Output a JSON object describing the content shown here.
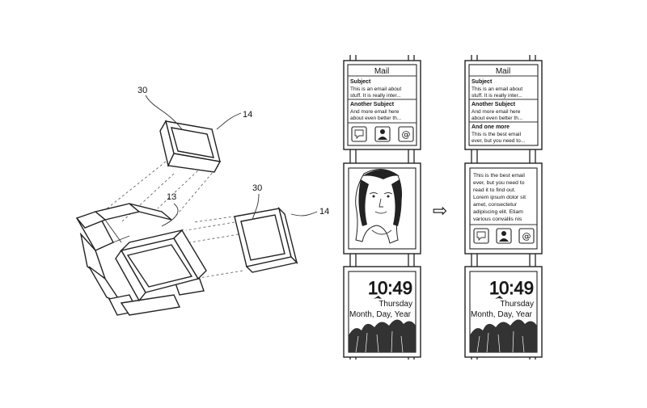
{
  "labels": {
    "upper_module": "30",
    "upper_band": "14",
    "center_module": "13",
    "right_module": "30",
    "right_band": "14"
  },
  "mail_screen": {
    "title": "Mail",
    "items": [
      {
        "subject": "Subject",
        "line1": "This is an email about",
        "line2": "stuff. It is really inter..."
      },
      {
        "subject": "Another Subject",
        "line1": "And more email here",
        "line2": "about even better th..."
      }
    ],
    "icons": [
      "chat-icon",
      "contact-icon",
      "at-icon"
    ]
  },
  "mail_screen_expanded": {
    "title": "Mail",
    "items": [
      {
        "subject": "Subject",
        "line1": "This is an email about",
        "line2": "stuff. It is really inter..."
      },
      {
        "subject": "Another Subject",
        "line1": "And more email here",
        "line2": "about even better th..."
      },
      {
        "subject": "And one more",
        "line1": "This is the best email",
        "line2": "ever, but you need to..."
      }
    ]
  },
  "email_body": {
    "lines": [
      "This is the best email",
      "ever, but you need to",
      "read it to find out.",
      "Lorem ipsum dolor sit",
      "amet, consectetur",
      "adipiscing elit. Etiam",
      "various convallis nis"
    ]
  },
  "clock": {
    "time": "10:49",
    "day": "Thursday",
    "date": "Month, Day, Year"
  },
  "arrow": "⇨"
}
